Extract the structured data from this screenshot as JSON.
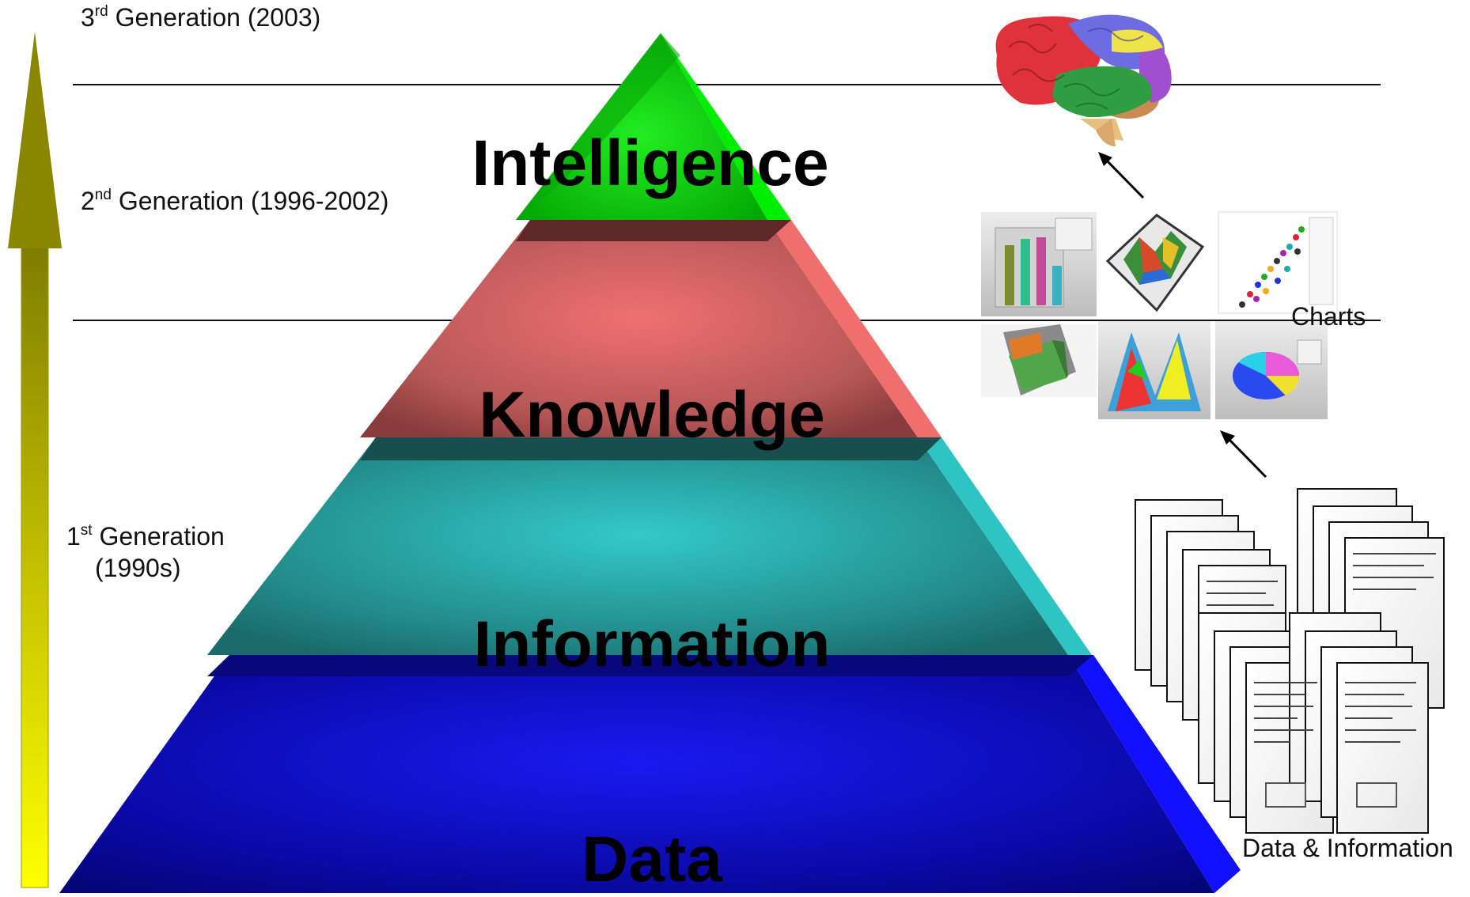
{
  "generations": [
    {
      "id": "third",
      "ordinal": "3",
      "suffix": "rd",
      "rest": " Generation (2003)"
    },
    {
      "id": "second",
      "ordinal": "2",
      "suffix": "nd",
      "rest": " Generation (1996-2002)"
    },
    {
      "id": "first",
      "ordinal": "1",
      "suffix": "st",
      "rest": " Generation",
      "line2": "(1990s)"
    }
  ],
  "tiers": [
    {
      "id": "intelligence",
      "label": "Intelligence",
      "color": "#19e619"
    },
    {
      "id": "knowledge",
      "label": "Knowledge",
      "color": "#e86a6a"
    },
    {
      "id": "information",
      "label": "Information",
      "color": "#2fb8b8"
    },
    {
      "id": "data",
      "label": "Data",
      "color": "#1616c8"
    }
  ],
  "side_labels": {
    "charts": "Charts",
    "documents": "Data & Information"
  },
  "icons": [
    "brain-icon",
    "bar-chart-icon",
    "3d-surface-chart-icon",
    "scatter-chart-icon",
    "3d-area-chart-icon",
    "ribbon-chart-icon",
    "pie-chart-icon",
    "document-stack-icon"
  ],
  "colors": {
    "arrow_top": "#7d7a00",
    "arrow_bottom": "#ffff00"
  }
}
